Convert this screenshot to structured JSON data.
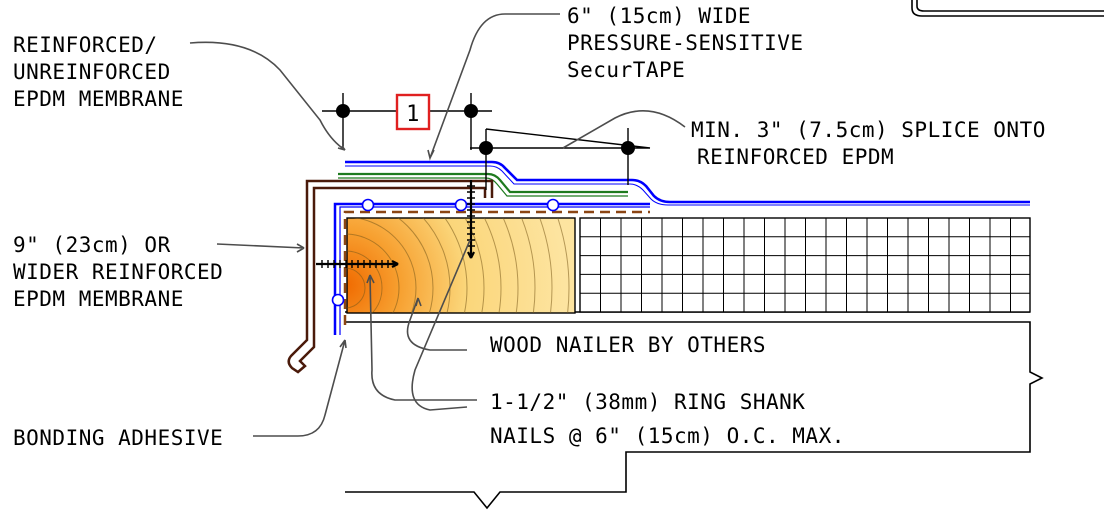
{
  "labels": {
    "reinforced_membrane": [
      "REINFORCED/",
      "UNREINFORCED",
      "EPDM MEMBRANE"
    ],
    "securtape": [
      "6\" (15cm) WIDE",
      "PRESSURE-SENSITIVE",
      "SecurTAPE"
    ],
    "splice": [
      "MIN. 3\" (7.5cm) SPLICE ONTO",
      "REINFORCED EPDM"
    ],
    "wider_membrane": [
      "9\" (23cm) OR",
      "WIDER REINFORCED",
      "EPDM MEMBRANE"
    ],
    "wood_nailer": "WOOD NAILER BY OTHERS",
    "nails": [
      "1-1/2\" (38mm) RING SHANK",
      "NAILS @ 6\" (15cm) O.C. MAX."
    ],
    "bonding_adhesive": "BONDING ADHESIVE"
  },
  "tag": {
    "text": "1",
    "color": "#e02020"
  },
  "colors": {
    "membrane": "#0000ff",
    "tape": "#1e7a1e",
    "edge_metal": "#4a1a0a",
    "adhesive": "#8b4513",
    "wood_light": "#fbd67a",
    "wood_dark": "#f07010"
  }
}
